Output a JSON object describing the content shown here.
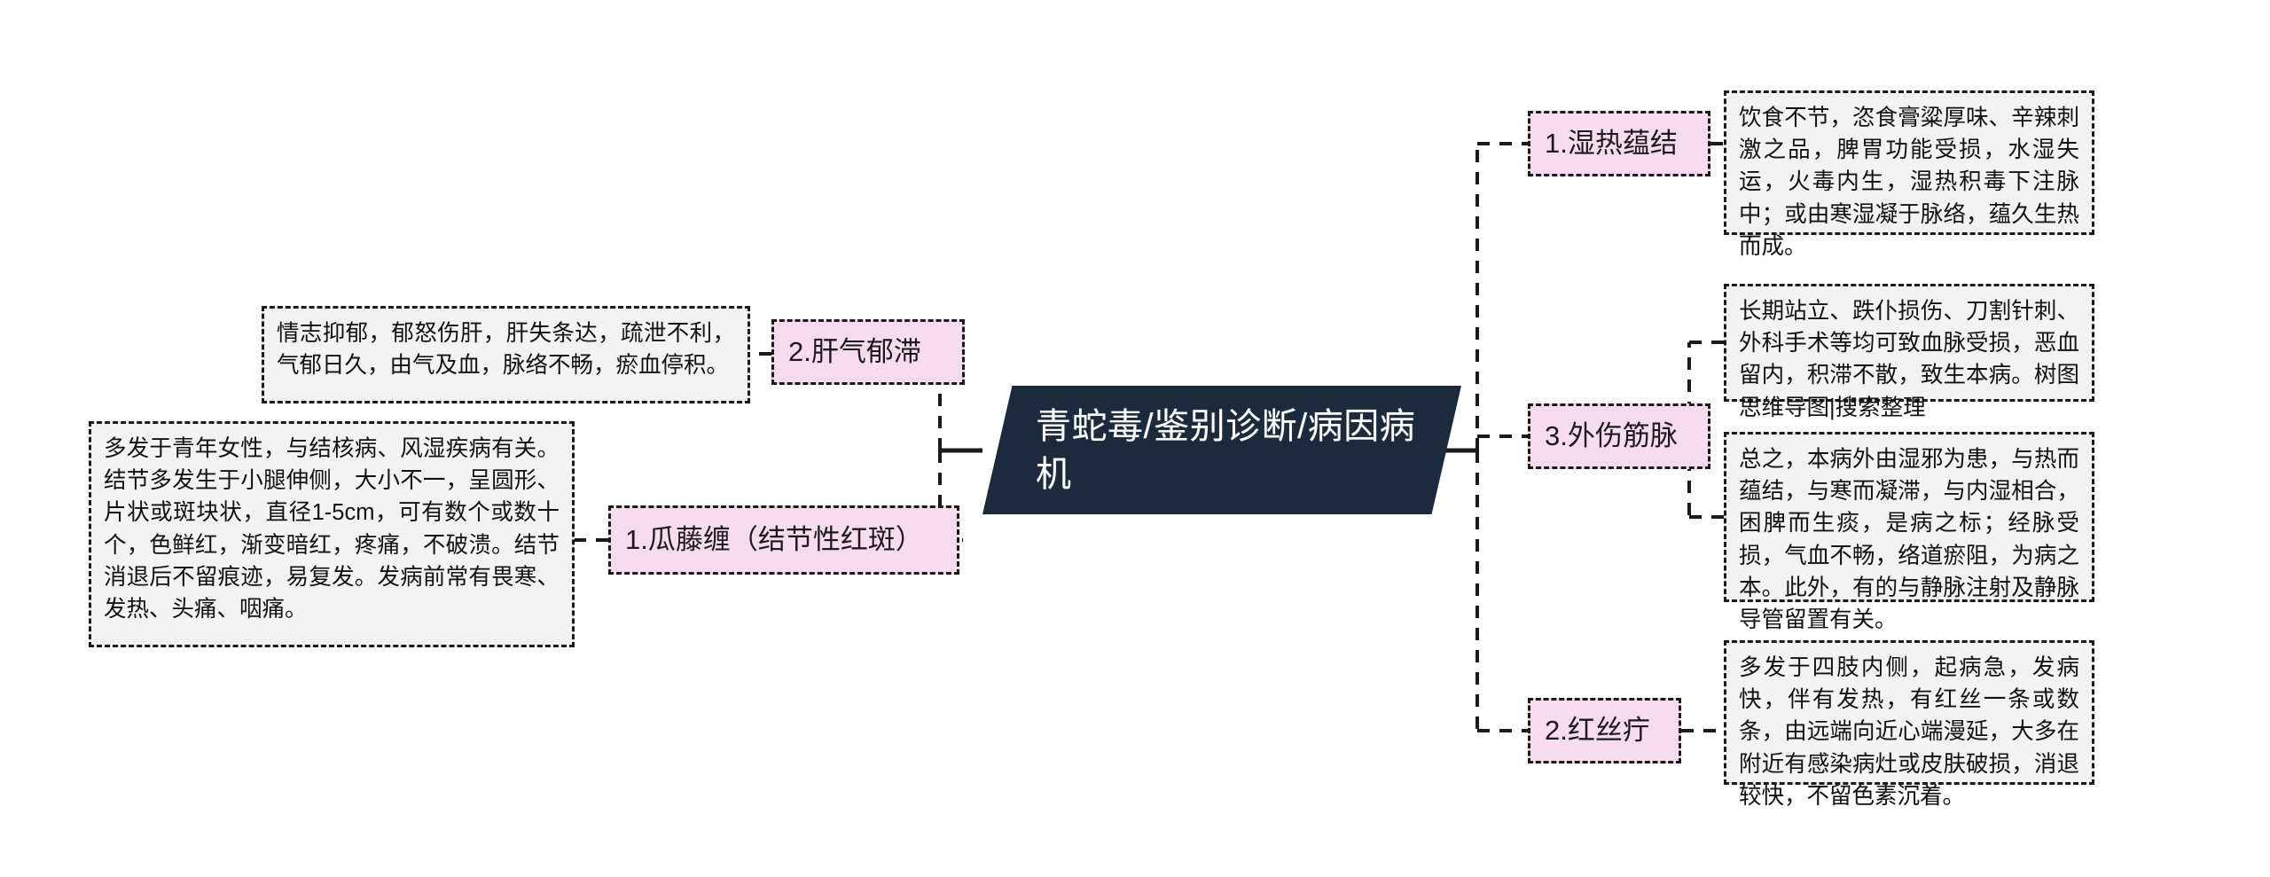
{
  "root": {
    "title": "青蛇毒/鉴别诊断/病因病机"
  },
  "left_branches": [
    {
      "id": "guatengchan",
      "topic": "1.瓜藤缠（结节性红斑）",
      "detail": "多发于青年女性，与结核病、风湿疾病有关。结节多发生于小腿伸侧，大小不一，呈圆形、片状或斑块状，直径1-5cm，可有数个或数十个，色鲜红，渐变暗红，疼痛，不破溃。结节消退后不留痕迹，易复发。发病前常有畏寒、发热、头痛、咽痛。"
    },
    {
      "id": "ganqi",
      "topic": "2.肝气郁滞",
      "detail": "情志抑郁，郁怒伤肝，肝失条达，疏泄不利，气郁日久，由气及血，脉络不畅，瘀血停积。"
    }
  ],
  "right_branches": [
    {
      "id": "shire",
      "topic": "1.湿热蕴结",
      "details": [
        "饮食不节，恣食膏粱厚味、辛辣刺激之品，脾胃功能受损，水湿失运，火毒内生，湿热积毒下注脉中；或由寒湿凝于脉络，蕴久生热而成。"
      ]
    },
    {
      "id": "waishang",
      "topic": "3.外伤筋脉",
      "details": [
        "长期站立、跌仆损伤、刀割针刺、外科手术等均可致血脉受损，恶血留内，积滞不散，致生本病。树图思维导图|搜索整理",
        "总之，本病外由湿邪为患，与热而蕴结，与寒而凝滞，与内湿相合，困脾而生痰，是病之标；经脉受损，气血不畅，络道瘀阻，为病之本。此外，有的与静脉注射及静脉导管留置有关。"
      ]
    },
    {
      "id": "hongsi",
      "topic": "2.红丝疔",
      "details": [
        "多发于四肢内侧，起病急，发病快，伴有发热，有红丝一条或数条，由远端向近心端漫延，大多在附近有感染病灶或皮肤破损，消退较快，不留色素沉着。"
      ]
    }
  ],
  "colors": {
    "root_fill": "#1b2a3d",
    "topic_fill": "#f7dbee",
    "detail_fill": "#f3f3f3",
    "stroke": "#1b1b1b",
    "root_text": "#ffffff"
  }
}
